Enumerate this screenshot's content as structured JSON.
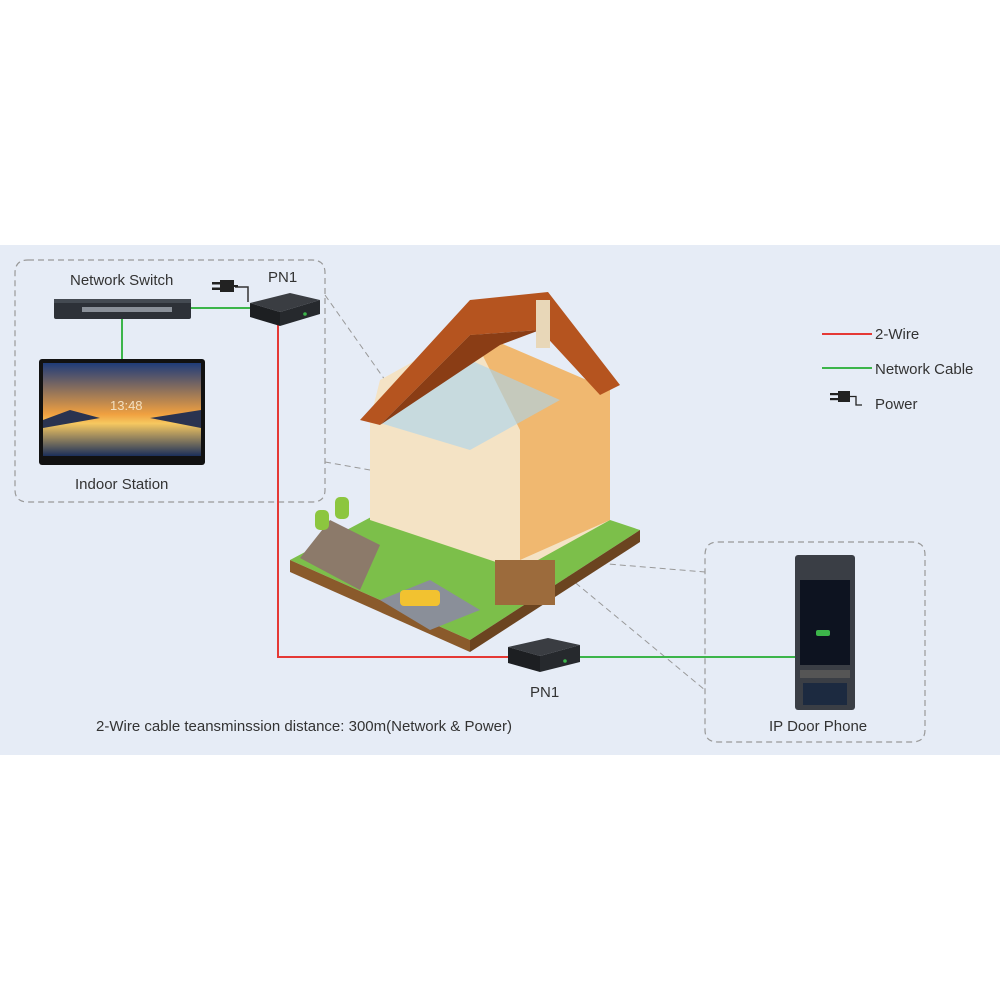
{
  "labels": {
    "network_switch": "Network Switch",
    "pn1_top": "PN1",
    "indoor_station": "Indoor Station",
    "pn1_bottom": "PN1",
    "ip_door_phone": "IP Door Phone",
    "caption": "2-Wire cable teansminssion distance: 300m(Network & Power)",
    "screen_time": "13:48"
  },
  "legend": [
    {
      "label": "2-Wire",
      "color": "#e53935",
      "icon": "red-line"
    },
    {
      "label": "Network Cable",
      "color": "#3cb54a",
      "icon": "green-line"
    },
    {
      "label": "Power",
      "color": "#222222",
      "icon": "power-plug-icon"
    }
  ],
  "colors": {
    "background": "#e6ecf6",
    "two_wire": "#e53935",
    "network": "#3cb54a"
  }
}
